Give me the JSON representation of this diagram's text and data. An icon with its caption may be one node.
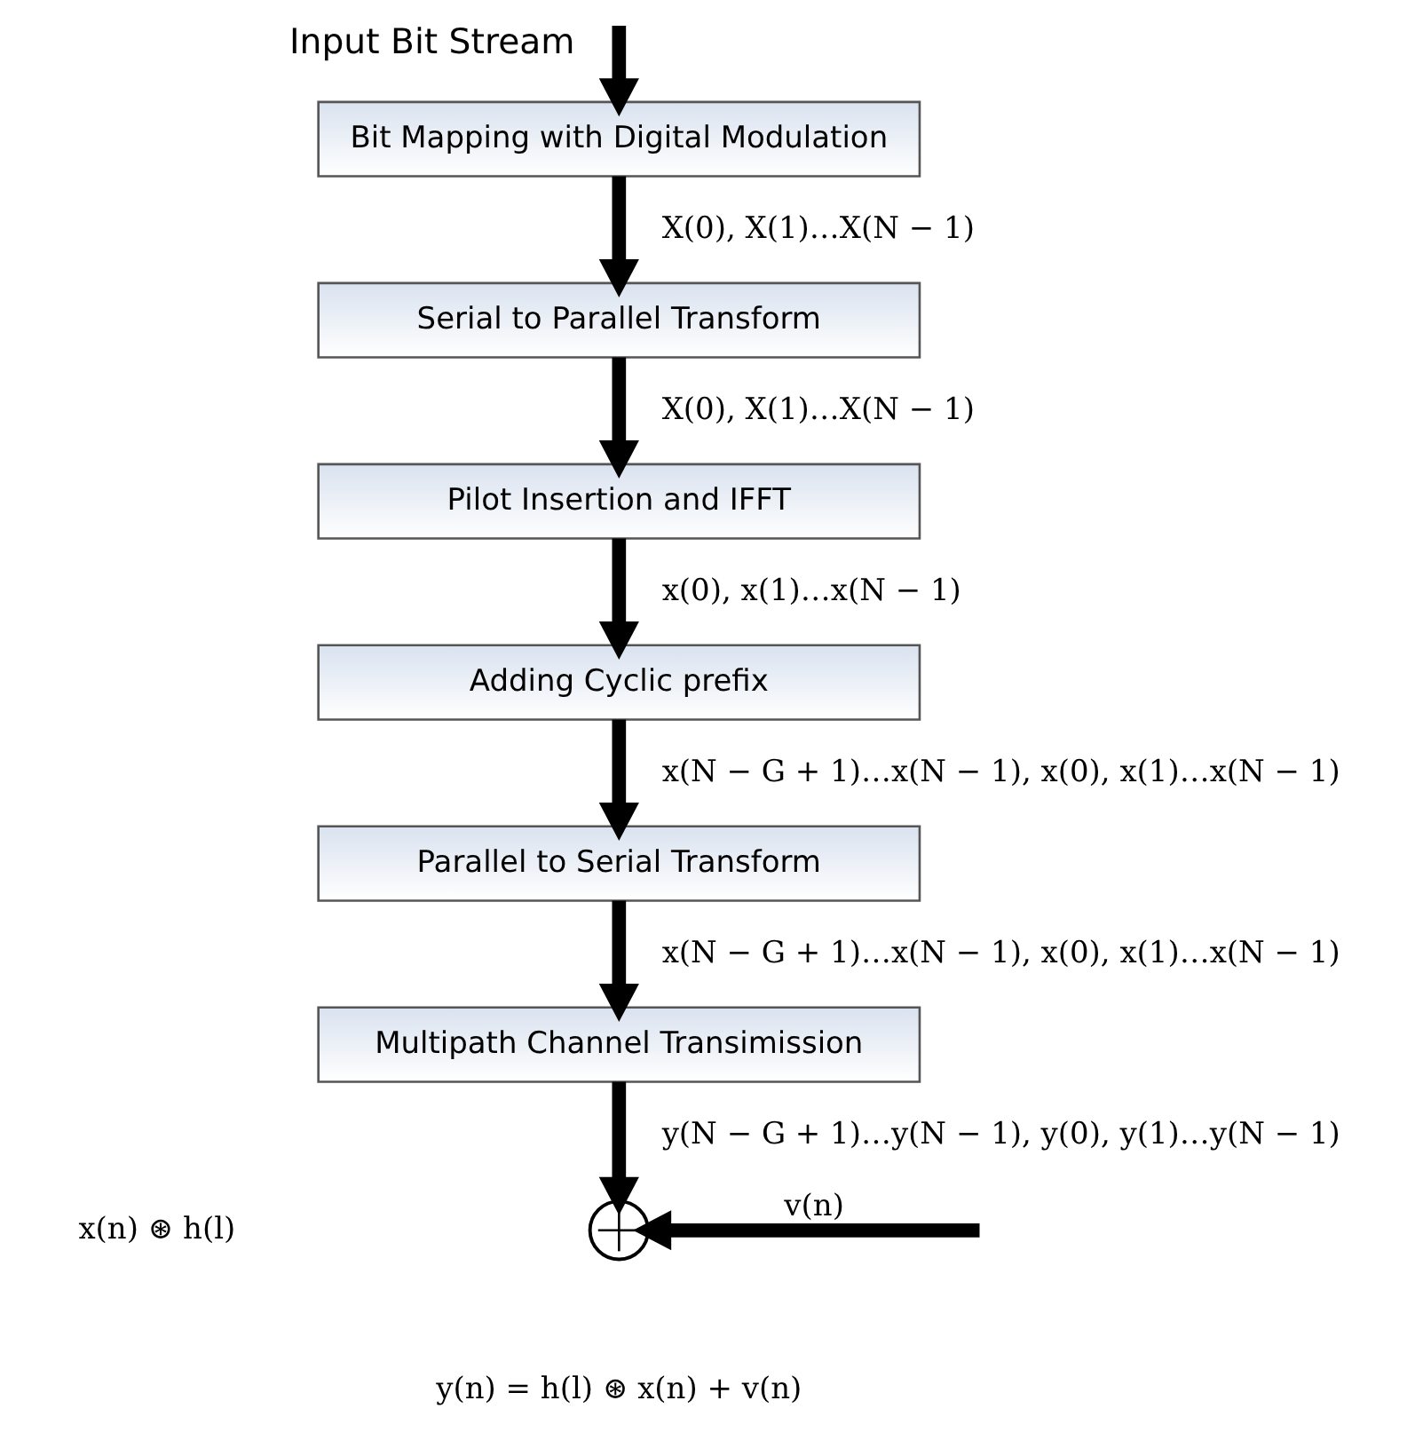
{
  "diagram": {
    "nodes": [
      {
        "text": [
          "Bit Mapping with Digital Modulation"
        ]
      },
      {
        "text": [
          "Serial to Parallel Transform"
        ]
      },
      {
        "text": [
          "Pilot Insertion and IFFT"
        ]
      },
      {
        "text": [
          "Adding Cyclic prefix"
        ]
      },
      {
        "text": [
          "Parallel to Serial Transform"
        ]
      },
      {
        "text": [
          "Multipath Channel Transimission"
        ]
      },
      {
        "text": [],
        "shape": "circle"
      }
    ],
    "edges": [
      {
        "from": null,
        "to": 0,
        "arrow": "to",
        "label": "Input Bit Stream"
      },
      {
        "from": 0,
        "to": 1,
        "arrow": "to",
        "label": "X(0), X(1)…X(N − 1)"
      },
      {
        "from": 1,
        "to": 2,
        "arrow": "to",
        "label": "X(0), X(1)…X(N − 1)"
      },
      {
        "from": 2,
        "to": 3,
        "arrow": "to",
        "label": "x(0), x(1)…x(N − 1)"
      },
      {
        "from": 3,
        "to": 4,
        "arrow": "to",
        "label": "x(N − G + 1)…x(N − 1), x(0), x(1)…x(N − 1)"
      },
      {
        "from": 4,
        "to": 5,
        "arrow": "to",
        "label": "x(N − G + 1)…x(N − 1), x(0), x(1)…x(N − 1)"
      },
      {
        "from": 5,
        "to": 6,
        "arrow": "to",
        "label": "y(N − G + 1)…y(N − 1), y(0), y(1)…y(N − 1)"
      },
      {
        "from": null,
        "to": 6,
        "arrow": "to",
        "label": "v(n)"
      }
    ],
    "labels": [
      "x(n) ⊛ h(l)",
      "y(n) = h(l) ⊛ x(n) + v(n)"
    ]
  }
}
